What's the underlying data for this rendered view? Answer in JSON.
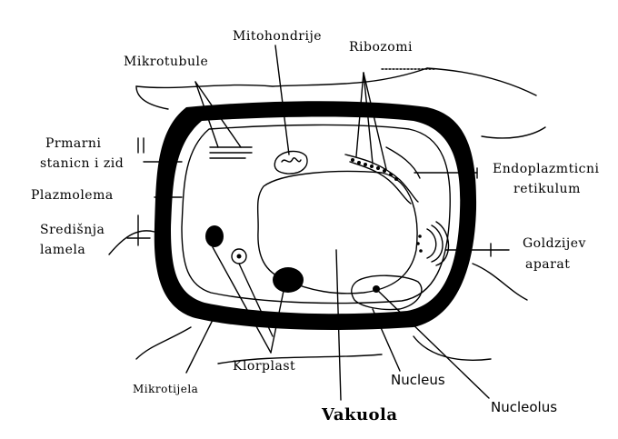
{
  "labels": {
    "mitohondrije": "Mitohondrije",
    "ribozomi": "Ribozomi",
    "mikrotubule": "Mikrotubule",
    "primarni_1": "Prmarni",
    "primarni_2": "stanicn i zid",
    "plazmolema": "Plazmolema",
    "srednja_1": "Središnja",
    "srednja_2": "lamela",
    "er_1": "Endoplazmticni",
    "er_2": "retikulum",
    "golgi_1": "Goldzijev",
    "golgi_2": "aparat",
    "klorplast": "Klorplast",
    "mikrotijela": "Mikrotijela",
    "vakuola": "Vakuola",
    "nucleus": "Nucleus",
    "nucleolus": "Nucleolus"
  }
}
